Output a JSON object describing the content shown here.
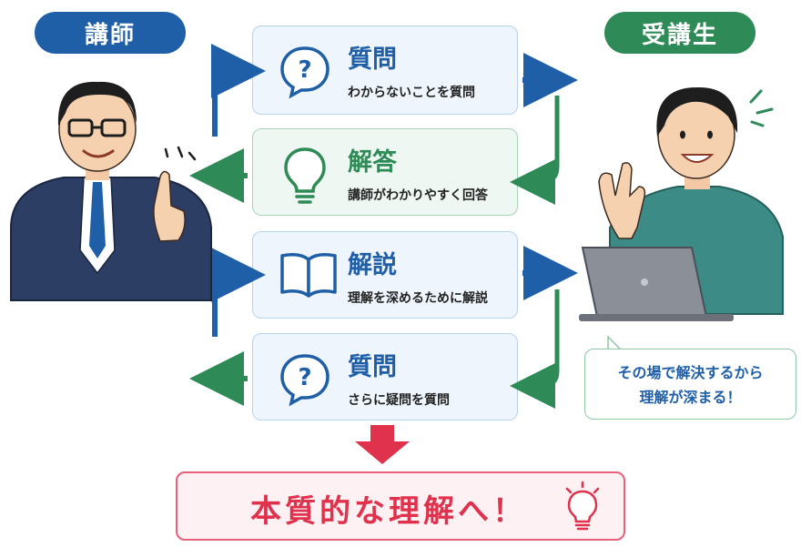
{
  "roles": {
    "teacher": "講師",
    "student": "受講生"
  },
  "cards": [
    {
      "title": "質問",
      "sub": "わからないことを質問",
      "icon": "question-bubble-icon"
    },
    {
      "title": "解答",
      "sub": "講師がわかりやすく回答",
      "icon": "lightbulb-icon"
    },
    {
      "title": "解説",
      "sub": "理解を深めるために解説",
      "icon": "open-book-icon"
    },
    {
      "title": "質問",
      "sub": "さらに疑問を質問",
      "icon": "question-bubble-icon"
    }
  ],
  "bubble": {
    "line1": "その場で解決するから",
    "line2": "理解が深まる！"
  },
  "conclusion": "本質的な理解へ！",
  "colors": {
    "blue": "#1f5fa8",
    "green": "#2e8b57",
    "red": "#e0314d"
  }
}
